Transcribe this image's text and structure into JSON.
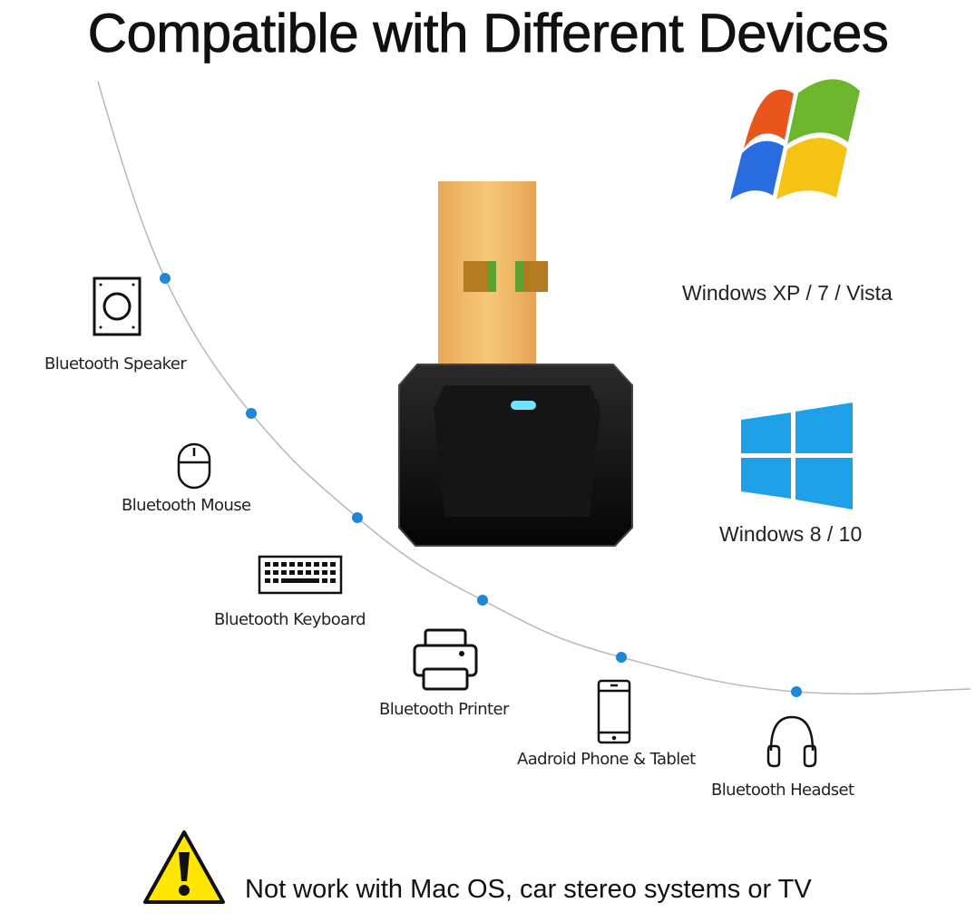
{
  "title": "Compatible with Different Devices",
  "devices": [
    {
      "label": "Bluetooth Speaker",
      "icon": "speaker-icon"
    },
    {
      "label": "Bluetooth Mouse",
      "icon": "mouse-icon"
    },
    {
      "label": "Bluetooth Keyboard",
      "icon": "keyboard-icon"
    },
    {
      "label": "Bluetooth Printer",
      "icon": "printer-icon"
    },
    {
      "label": "Aadroid Phone & Tablet",
      "icon": "phone-icon"
    },
    {
      "label": "Bluetooth Headset",
      "icon": "headset-icon"
    }
  ],
  "os": {
    "xp_label": "Windows XP / 7 / Vista",
    "win10_label": "Windows 8 / 10"
  },
  "warning": {
    "text": "Not work with Mac OS, car stereo systems or TV",
    "icon": "warning-icon"
  },
  "colors": {
    "dot": "#1e88d8",
    "led": "#6fe3ff",
    "usb_gold": "#f0b965",
    "win10_blue": "#1ea0e8",
    "warning_yellow": "#ffe600"
  }
}
